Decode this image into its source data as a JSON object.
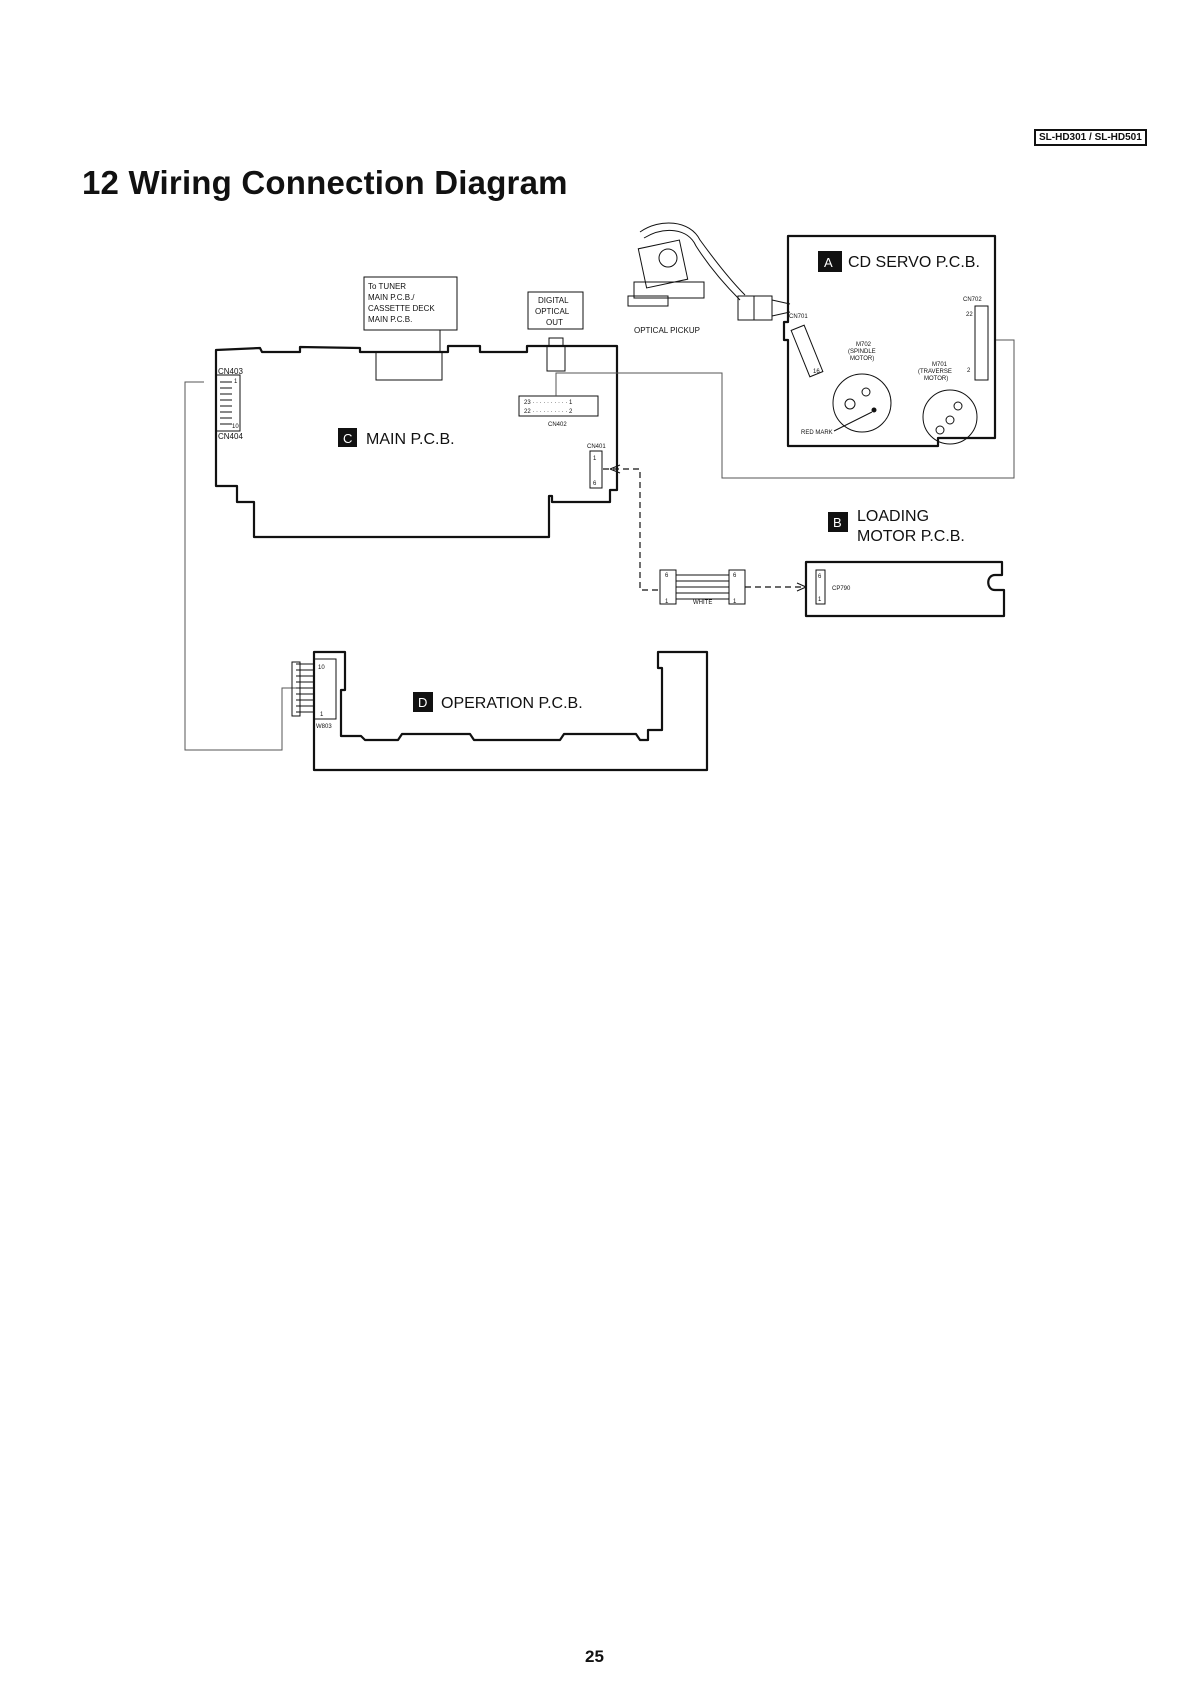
{
  "header": {
    "model": "SL-HD301 / SL-HD501",
    "title": "12 Wiring Connection Diagram"
  },
  "footer": {
    "page_number": "25"
  },
  "boards": {
    "a": {
      "letter": "A",
      "name": "CD SERVO P.C.B."
    },
    "b": {
      "letter": "B",
      "name_line1": "LOADING",
      "name_line2": "MOTOR P.C.B."
    },
    "c": {
      "letter": "C",
      "name": "MAIN P.C.B."
    },
    "d": {
      "letter": "D",
      "name": "OPERATION P.C.B."
    }
  },
  "callouts": {
    "tuner": [
      "To TUNER",
      "MAIN P.C.B./",
      "CASSETTE DECK",
      "MAIN P.C.B."
    ],
    "digital": [
      "DIGITAL",
      "OPTICAL",
      "OUT"
    ],
    "optical_pickup": "OPTICAL PICKUP",
    "red_mark": "RED MARK",
    "white": "WHITE"
  },
  "connectors": {
    "cn403": "CN403",
    "cn404": "CN404",
    "cn402": "CN402",
    "cn401": "CN401",
    "cn701": "CN701",
    "cn702": "CN702",
    "cp790": "CP790",
    "w803": "W803",
    "cn402_pins_top": "23 · · · · · · · · · · 1",
    "cn402_pins_bottom": "22 · · · · · · · · · · 2"
  },
  "pins": {
    "p1": "1",
    "p2": "2",
    "p6": "6",
    "p10": "10",
    "p16": "16",
    "p22": "22"
  },
  "motors": {
    "m702": [
      "M702",
      "(SPINDLE",
      "MOTOR)"
    ],
    "m701": [
      "M701",
      "(TRAVERSE",
      "MOTOR)"
    ]
  }
}
